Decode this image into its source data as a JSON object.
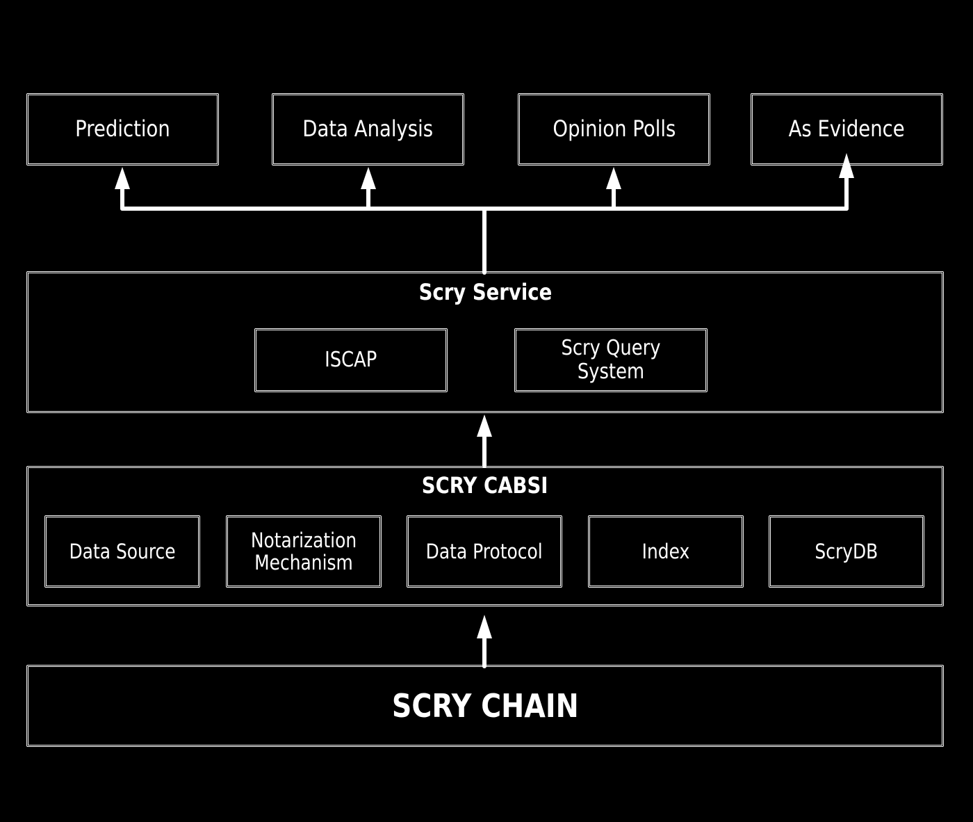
{
  "outputs": [
    {
      "label": "Prediction"
    },
    {
      "label": "Data Analysis"
    },
    {
      "label": "Opinion Polls"
    },
    {
      "label": "As Evidence"
    }
  ],
  "service": {
    "title": "Scry Service",
    "components": [
      {
        "label": "ISCAP"
      },
      {
        "label": "Scry Query System"
      }
    ]
  },
  "cabsi": {
    "title": "SCRY CABSI",
    "components": [
      {
        "label": "Data Source"
      },
      {
        "label": "Notarization Mechanism"
      },
      {
        "label": "Data Protocol"
      },
      {
        "label": "Index"
      },
      {
        "label": "ScryDB"
      }
    ]
  },
  "chain": {
    "title": "SCRY CHAIN"
  },
  "colors": {
    "background": "#000000",
    "stroke": "#ffffff"
  }
}
